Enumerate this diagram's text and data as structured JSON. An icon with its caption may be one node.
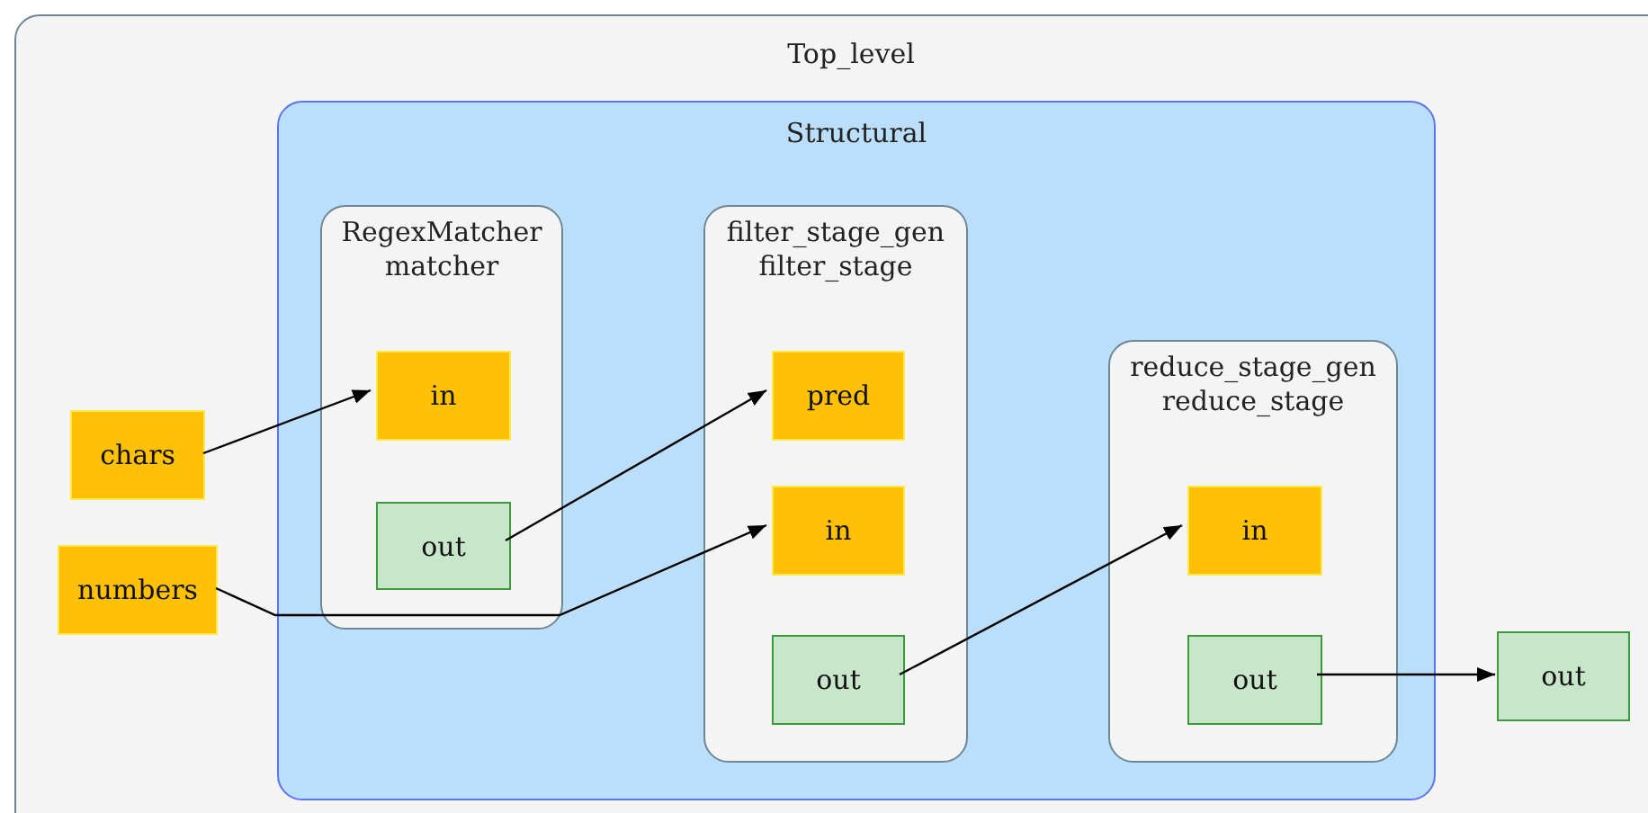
{
  "diagram": {
    "nodes": [
      {
        "text": [
          "Top_level"
        ]
      },
      {
        "text": [
          "chars"
        ],
        "in": 0
      },
      {
        "text": [
          "numbers"
        ],
        "in": 0
      },
      {
        "text": [
          "Structural"
        ],
        "in": 0
      },
      {
        "text": [
          "RegexMatcher",
          "matcher"
        ],
        "in": 3
      },
      {
        "text": [
          "in"
        ],
        "in": 4
      },
      {
        "text": [
          "out"
        ],
        "in": 4
      },
      {
        "text": [
          "filter_stage_gen",
          "filter_stage"
        ],
        "in": 3
      },
      {
        "text": [
          "pred"
        ],
        "in": 7
      },
      {
        "text": [
          "in"
        ],
        "in": 7
      },
      {
        "text": [
          "out"
        ],
        "in": 7
      },
      {
        "text": [
          "reduce_stage_gen",
          "reduce_stage"
        ],
        "in": 3
      },
      {
        "text": [
          "in"
        ],
        "in": 11
      },
      {
        "text": [
          "out"
        ],
        "in": 11
      },
      {
        "text": [
          "out"
        ],
        "in": 0
      }
    ],
    "edges": [
      {
        "from": 1,
        "to": 5,
        "arrow": "to"
      },
      {
        "from": 6,
        "to": 8,
        "arrow": "to"
      },
      {
        "from": 2,
        "to": 9,
        "arrow": "to"
      },
      {
        "from": 10,
        "to": 12,
        "arrow": "to"
      },
      {
        "from": 13,
        "to": 14,
        "arrow": "to"
      }
    ]
  }
}
